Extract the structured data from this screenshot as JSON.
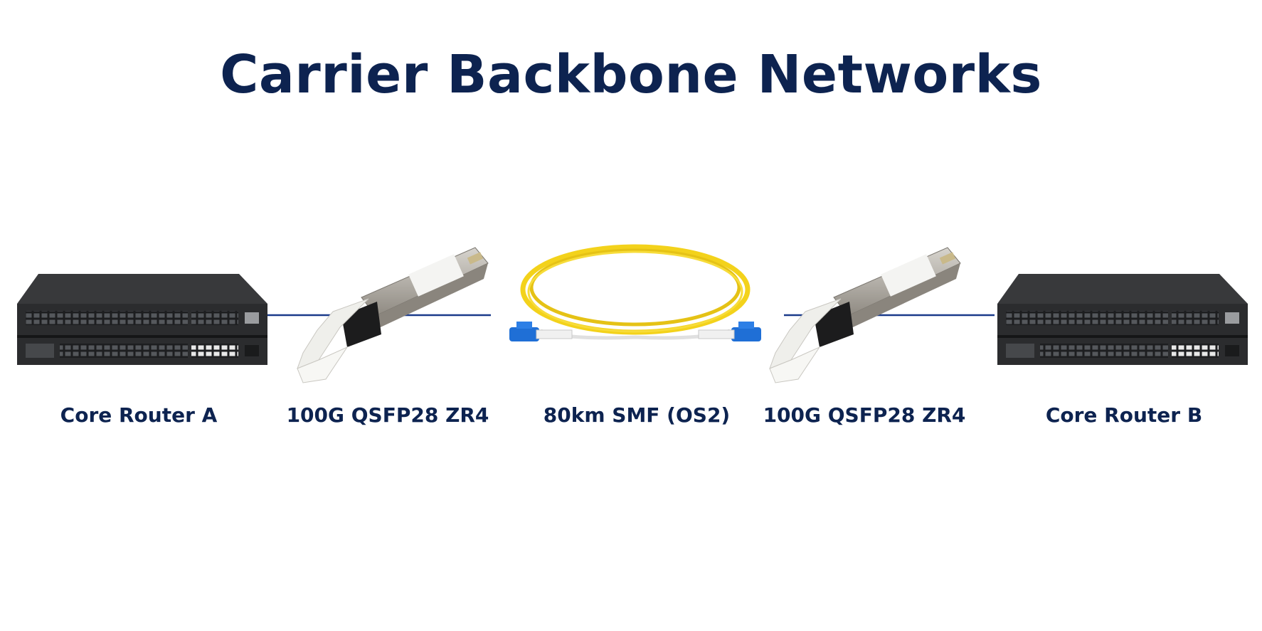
{
  "title": "Carrier Backbone Networks",
  "colors": {
    "title": "#0d2350",
    "link_line": "#1a3a8a",
    "fiber": "#f3d21b",
    "connector": "#1f6fd6",
    "router": "#2b2c2e",
    "transceiver": "#a6a29b"
  },
  "nodes": [
    {
      "label": "Core Router A",
      "icon": "router-icon"
    },
    {
      "label": "100G QSFP28 ZR4",
      "icon": "transceiver-icon"
    },
    {
      "label": "80km SMF (OS2)",
      "icon": "fiber-cable-icon"
    },
    {
      "label": "100G QSFP28 ZR4",
      "icon": "transceiver-icon"
    },
    {
      "label": "Core Router B",
      "icon": "router-icon"
    }
  ]
}
